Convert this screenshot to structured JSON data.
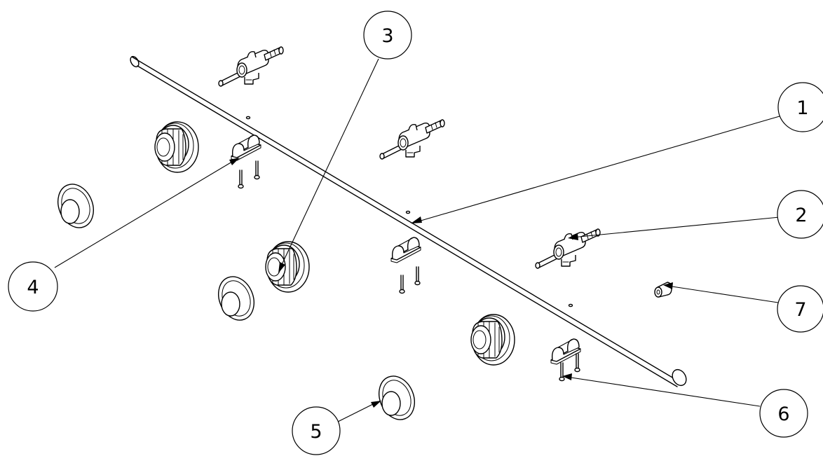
{
  "drawing": {
    "callouts": [
      {
        "number": "1",
        "part": "manifold-pipe"
      },
      {
        "number": "2",
        "part": "gas-valve"
      },
      {
        "number": "3",
        "part": "control-knob"
      },
      {
        "number": "4",
        "part": "mounting-clip"
      },
      {
        "number": "5",
        "part": "bezel-ring"
      },
      {
        "number": "6",
        "part": "screw"
      },
      {
        "number": "7",
        "part": "nozzle"
      }
    ]
  }
}
